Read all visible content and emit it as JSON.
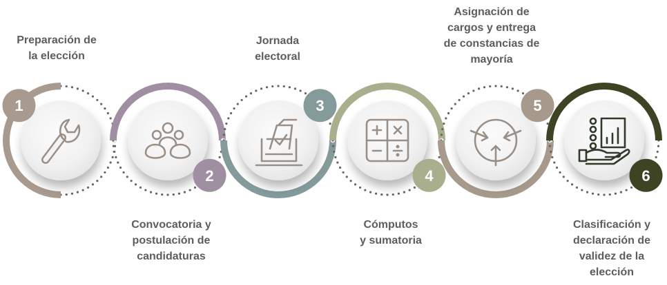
{
  "steps": [
    {
      "number": "1",
      "title_lines": [
        "Preparación de",
        "la elección"
      ],
      "color": "#a89a8e",
      "icon": "wrench-icon"
    },
    {
      "number": "2",
      "title_lines": [
        "Convocatoria y",
        "postulación de",
        "candidaturas"
      ],
      "color": "#a08fa3",
      "icon": "people-group-icon"
    },
    {
      "number": "3",
      "title_lines": [
        "Jornada",
        "electoral"
      ],
      "color": "#859a9b",
      "icon": "ballot-box-icon"
    },
    {
      "number": "4",
      "title_lines": [
        "Cómputos",
        "y sumatoria"
      ],
      "color": "#a9ae8c",
      "icon": "calculator-icon"
    },
    {
      "number": "5",
      "title_lines": [
        "Asignación de",
        "cargos y entrega",
        "de constancias de",
        "mayoría"
      ],
      "color": "#a79a8c",
      "icon": "converging-arrows-icon"
    },
    {
      "number": "6",
      "title_lines": [
        "Clasificación y",
        "declaración de",
        "validez de la",
        "elección"
      ],
      "color": "#3e4423",
      "icon": "chart-hand-icon"
    }
  ],
  "colors": {
    "text": "#5f5c59",
    "icon_stroke": "#9a8f87",
    "dots": "#6b6460"
  }
}
